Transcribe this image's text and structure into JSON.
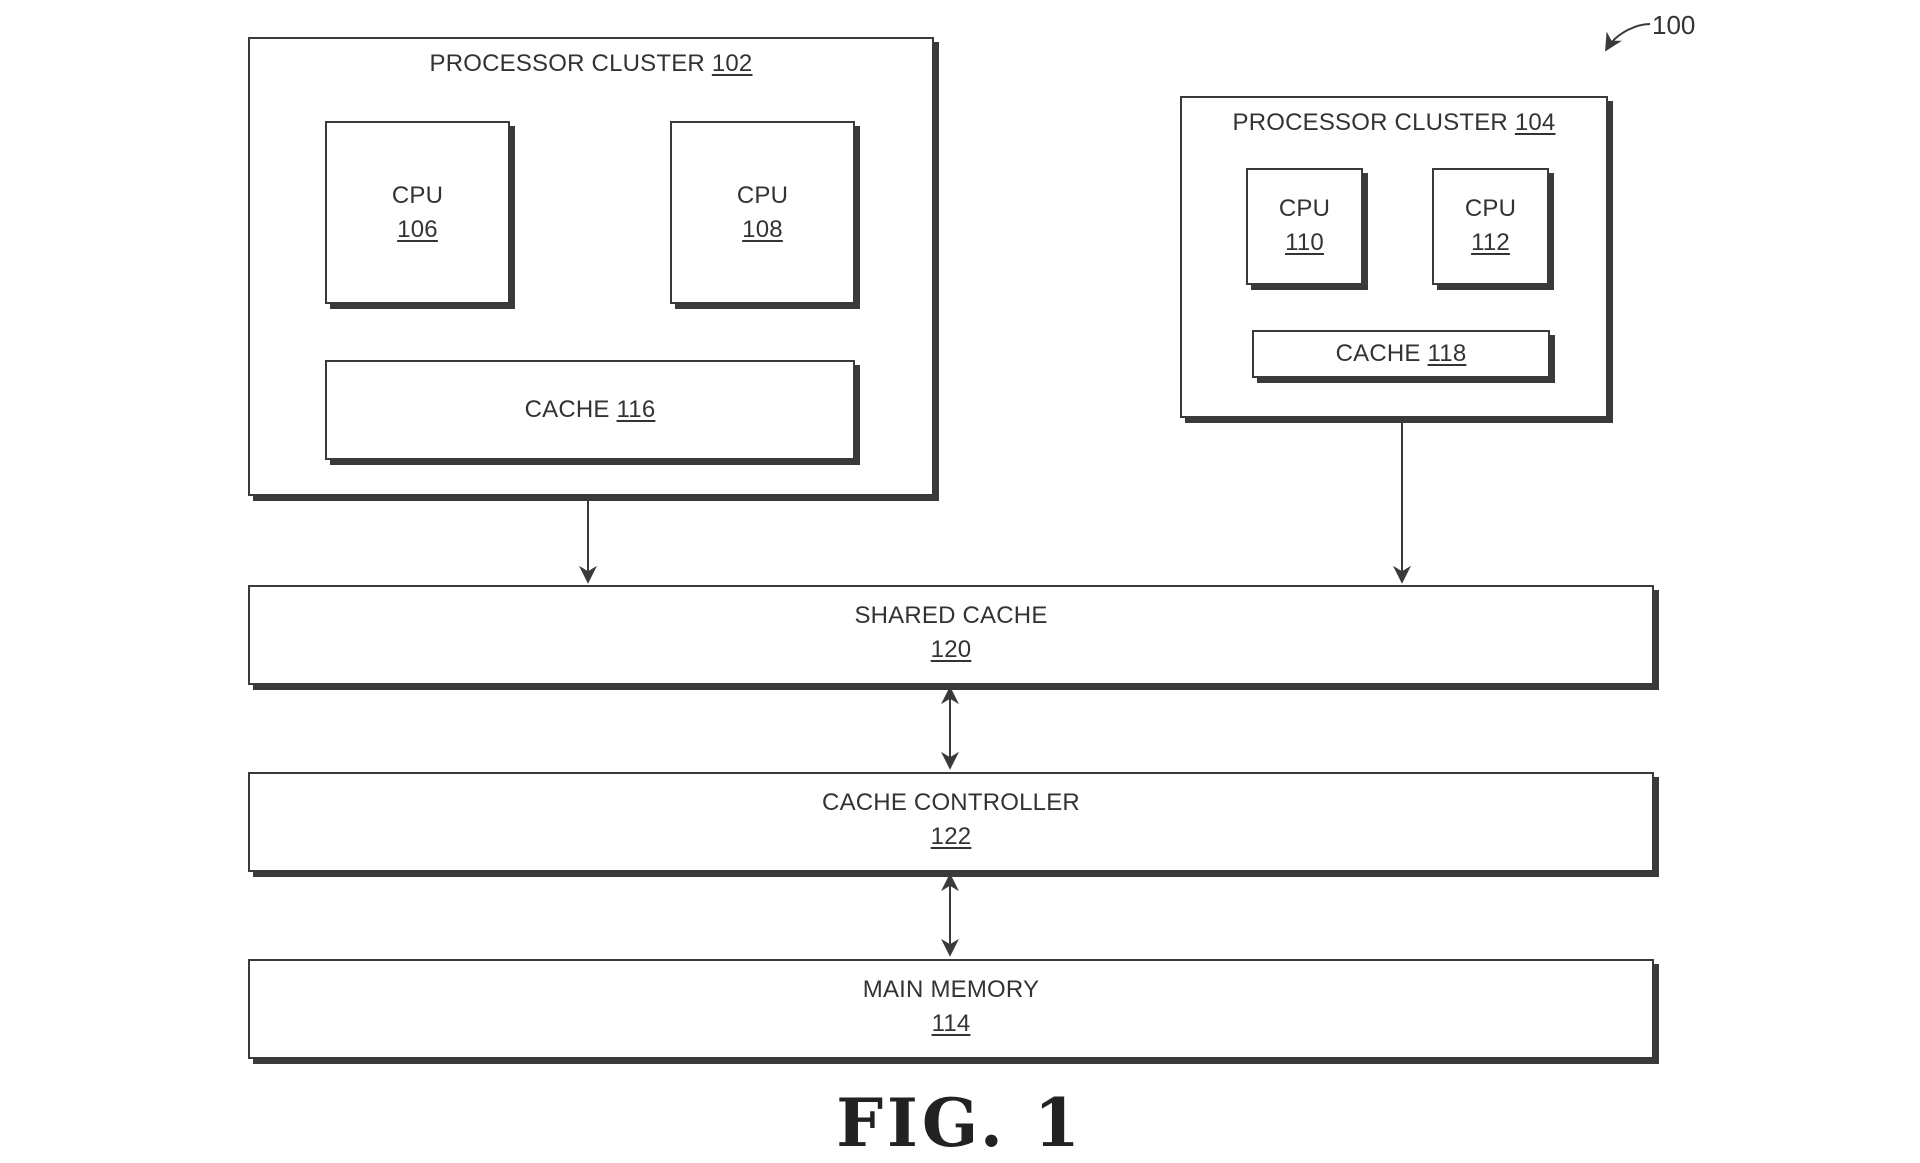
{
  "figure": {
    "ref_number": "100",
    "caption": "FIG. 1"
  },
  "cluster_102": {
    "name": "PROCESSOR CLUSTER",
    "number": "102",
    "cpu_a": {
      "name": "CPU",
      "number": "106"
    },
    "cpu_b": {
      "name": "CPU",
      "number": "108"
    },
    "cache": {
      "name": "CACHE",
      "number": "116"
    }
  },
  "cluster_104": {
    "name": "PROCESSOR CLUSTER",
    "number": "104",
    "cpu_a": {
      "name": "CPU",
      "number": "110"
    },
    "cpu_b": {
      "name": "CPU",
      "number": "112"
    },
    "cache": {
      "name": "CACHE",
      "number": "118"
    }
  },
  "shared_cache": {
    "name": "SHARED CACHE",
    "number": "120"
  },
  "cache_controller": {
    "name": "CACHE CONTROLLER",
    "number": "122"
  },
  "main_memory": {
    "name": "MAIN MEMORY",
    "number": "114"
  },
  "colors": {
    "line": "#3a3a3a",
    "text": "#333333"
  }
}
